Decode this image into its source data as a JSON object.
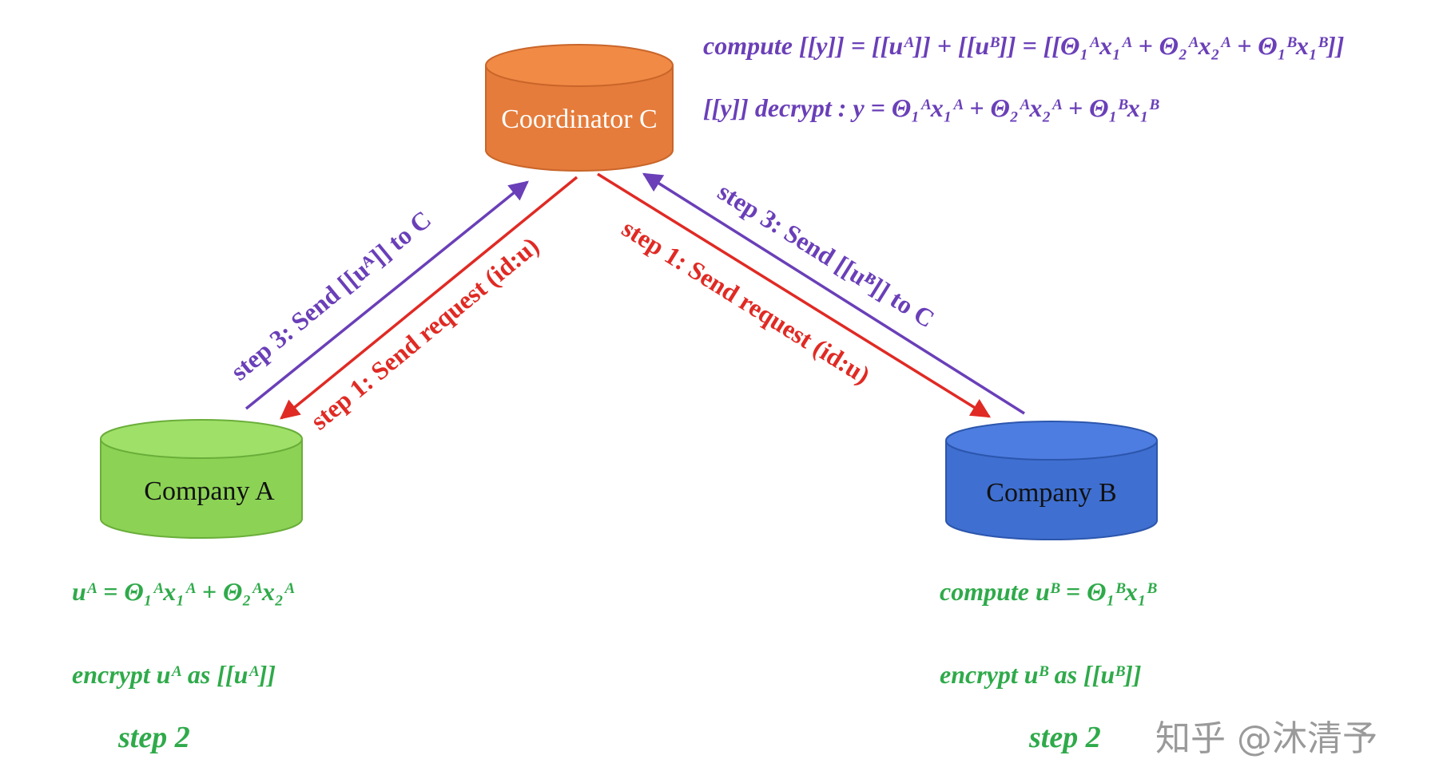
{
  "colors": {
    "purple": "#6a3fb8",
    "red": "#e02a24",
    "green": "#2faa4a",
    "orange": "#e57c3b",
    "orange_top": "#f08a45",
    "green_node": "#8cd355",
    "green_node_top": "#9fe068",
    "blue_node": "#3f6fd0",
    "blue_node_top": "#4d7de0"
  },
  "nodes": {
    "coordinator": {
      "label": "Coordinator C"
    },
    "company_a": {
      "label": "Company A"
    },
    "company_b": {
      "label": "Company B"
    }
  },
  "coordinator_notes": {
    "compute": "compute [[y]] = [[uᴬ]] + [[uᴮ]] = [[Θ₁ᴬx₁ᴬ + Θ₂ᴬx₂ᴬ + Θ₁ᴮx₁ᴮ]]",
    "decrypt": "[[y]] decrypt : y = Θ₁ᴬx₁ᴬ + Θ₂ᴬx₂ᴬ + Θ₁ᴮx₁ᴮ"
  },
  "arrows": {
    "a_step3": "step 3: Send [[uᴬ]] to C",
    "a_step1": "step 1: Send request (id:u)",
    "b_step1": "step 1: Send request (id:u)",
    "b_step3": "step 3: Send [[uᴮ]] to C"
  },
  "company_a_notes": {
    "compute": "uᴬ = Θ₁ᴬx₁ᴬ + Θ₂ᴬx₂ᴬ",
    "encrypt": "encrypt uᴬ as [[uᴬ]]",
    "step": "step 2"
  },
  "company_b_notes": {
    "compute": "compute uᴮ = Θ₁ᴮx₁ᴮ",
    "encrypt": "encrypt uᴮ as [[uᴮ]]",
    "step": "step 2"
  },
  "watermark": "知乎 @沐清予"
}
